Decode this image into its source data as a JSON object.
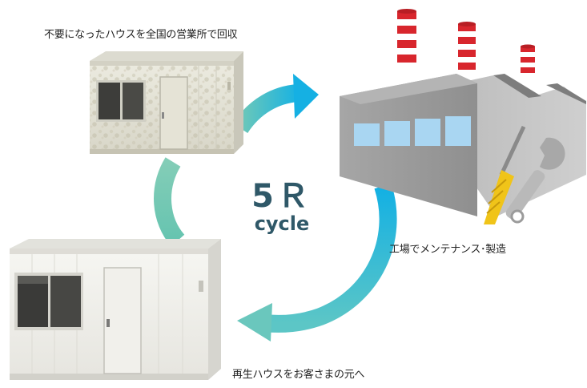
{
  "labels": {
    "collect": "不要になったハウスを全国の営業所で回収",
    "factory": "工場でメンテナンス･製造",
    "deliver": "再生ハウスをお客さまの元へ"
  },
  "center": {
    "title": "5Ｒ",
    "subtitle": "cycle"
  },
  "colors": {
    "cycle_blue": "#1fb5e0",
    "cycle_teal": "#6cc6b5",
    "title": "#2f5868",
    "factory_gray": "#9a9a9a",
    "chimney_red": "#d8262d",
    "window_blue": "#a9d6f2",
    "screwdriver_yellow": "#f0c419"
  }
}
